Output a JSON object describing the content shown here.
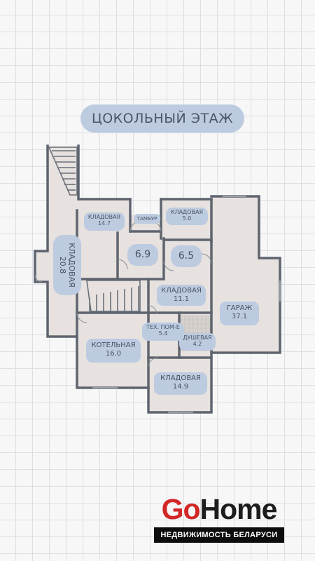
{
  "title": "ЦОКОЛЬНЫЙ ЭТАЖ",
  "colors": {
    "pill": "#bccbe0",
    "floor": "#e7e2df",
    "wall": "#5e646f",
    "text": "#4a5366",
    "brand_red": "#d12727",
    "brand_dark": "#1d1d1d"
  },
  "rooms": {
    "storage_stairs": {
      "name": "КЛАДОВАЯ",
      "area": "20.8"
    },
    "storage_a": {
      "name": "КЛАДОВАЯ",
      "area": "14.7"
    },
    "vestibule": {
      "name": "ТАМБУР"
    },
    "storage_b": {
      "name": "КЛАДОВАЯ",
      "area": "5.0"
    },
    "hall_a": {
      "area": "6.9"
    },
    "hall_b": {
      "area": "6.5"
    },
    "storage_c": {
      "name": "КЛАДОВАЯ",
      "area": "11.1"
    },
    "tech_room": {
      "name": "ТЕХ. ПОМ-Е",
      "area": "5.4"
    },
    "shower": {
      "name": "ДУШЕВАЯ",
      "area": "4.2"
    },
    "boiler": {
      "name": "КОТЕЛЬНАЯ",
      "area": "16.0"
    },
    "storage_d": {
      "name": "КЛАДОВАЯ",
      "area": "14.9"
    },
    "garage": {
      "name": "ГАРАЖ",
      "area": "37.1"
    }
  },
  "logo": {
    "go": "Go",
    "home": "Home",
    "tagline": "НЕДВИЖИМОСТЬ БЕЛАРУСИ"
  }
}
